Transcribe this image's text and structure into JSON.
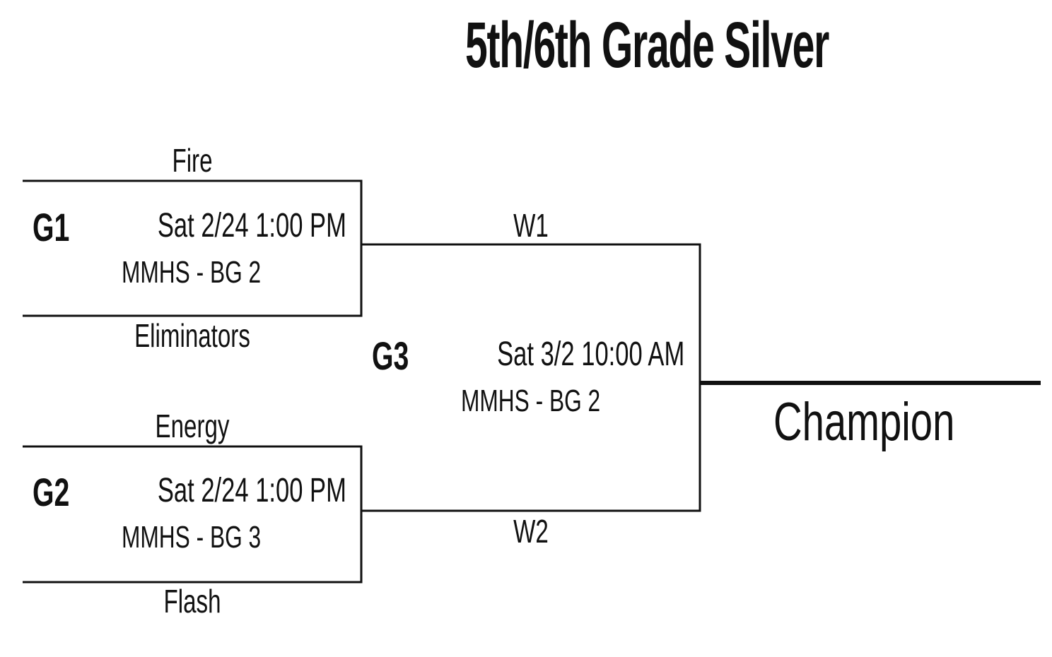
{
  "title": "5th/6th Grade Silver",
  "games": [
    {
      "id": "G1",
      "datetime": "Sat 2/24  1:00 PM",
      "location": "MMHS - BG 2",
      "team_top": "Fire",
      "team_bottom": "Eliminators"
    },
    {
      "id": "G2",
      "datetime": "Sat 2/24  1:00 PM",
      "location": "MMHS - BG 3",
      "team_top": "Energy",
      "team_bottom": "Flash"
    },
    {
      "id": "G3",
      "datetime": "Sat 3/2  10:00 AM",
      "location": "MMHS - BG 2",
      "team_top": "W1",
      "team_bottom": "W2"
    }
  ],
  "final": {
    "label": "Champion"
  },
  "line_color": "#111111"
}
